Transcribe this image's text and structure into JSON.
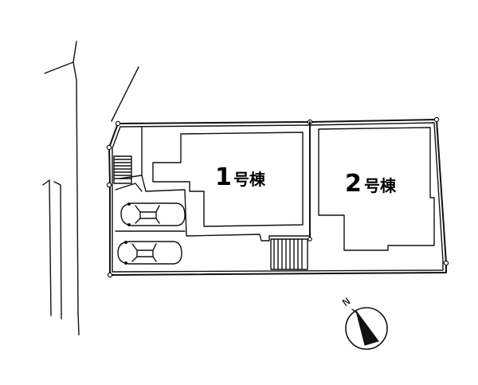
{
  "plan": {
    "building_1": {
      "number": "1",
      "suffix": "号棟"
    },
    "building_2": {
      "number": "2",
      "suffix": "号棟"
    },
    "compass": {
      "north_label": "N"
    }
  }
}
